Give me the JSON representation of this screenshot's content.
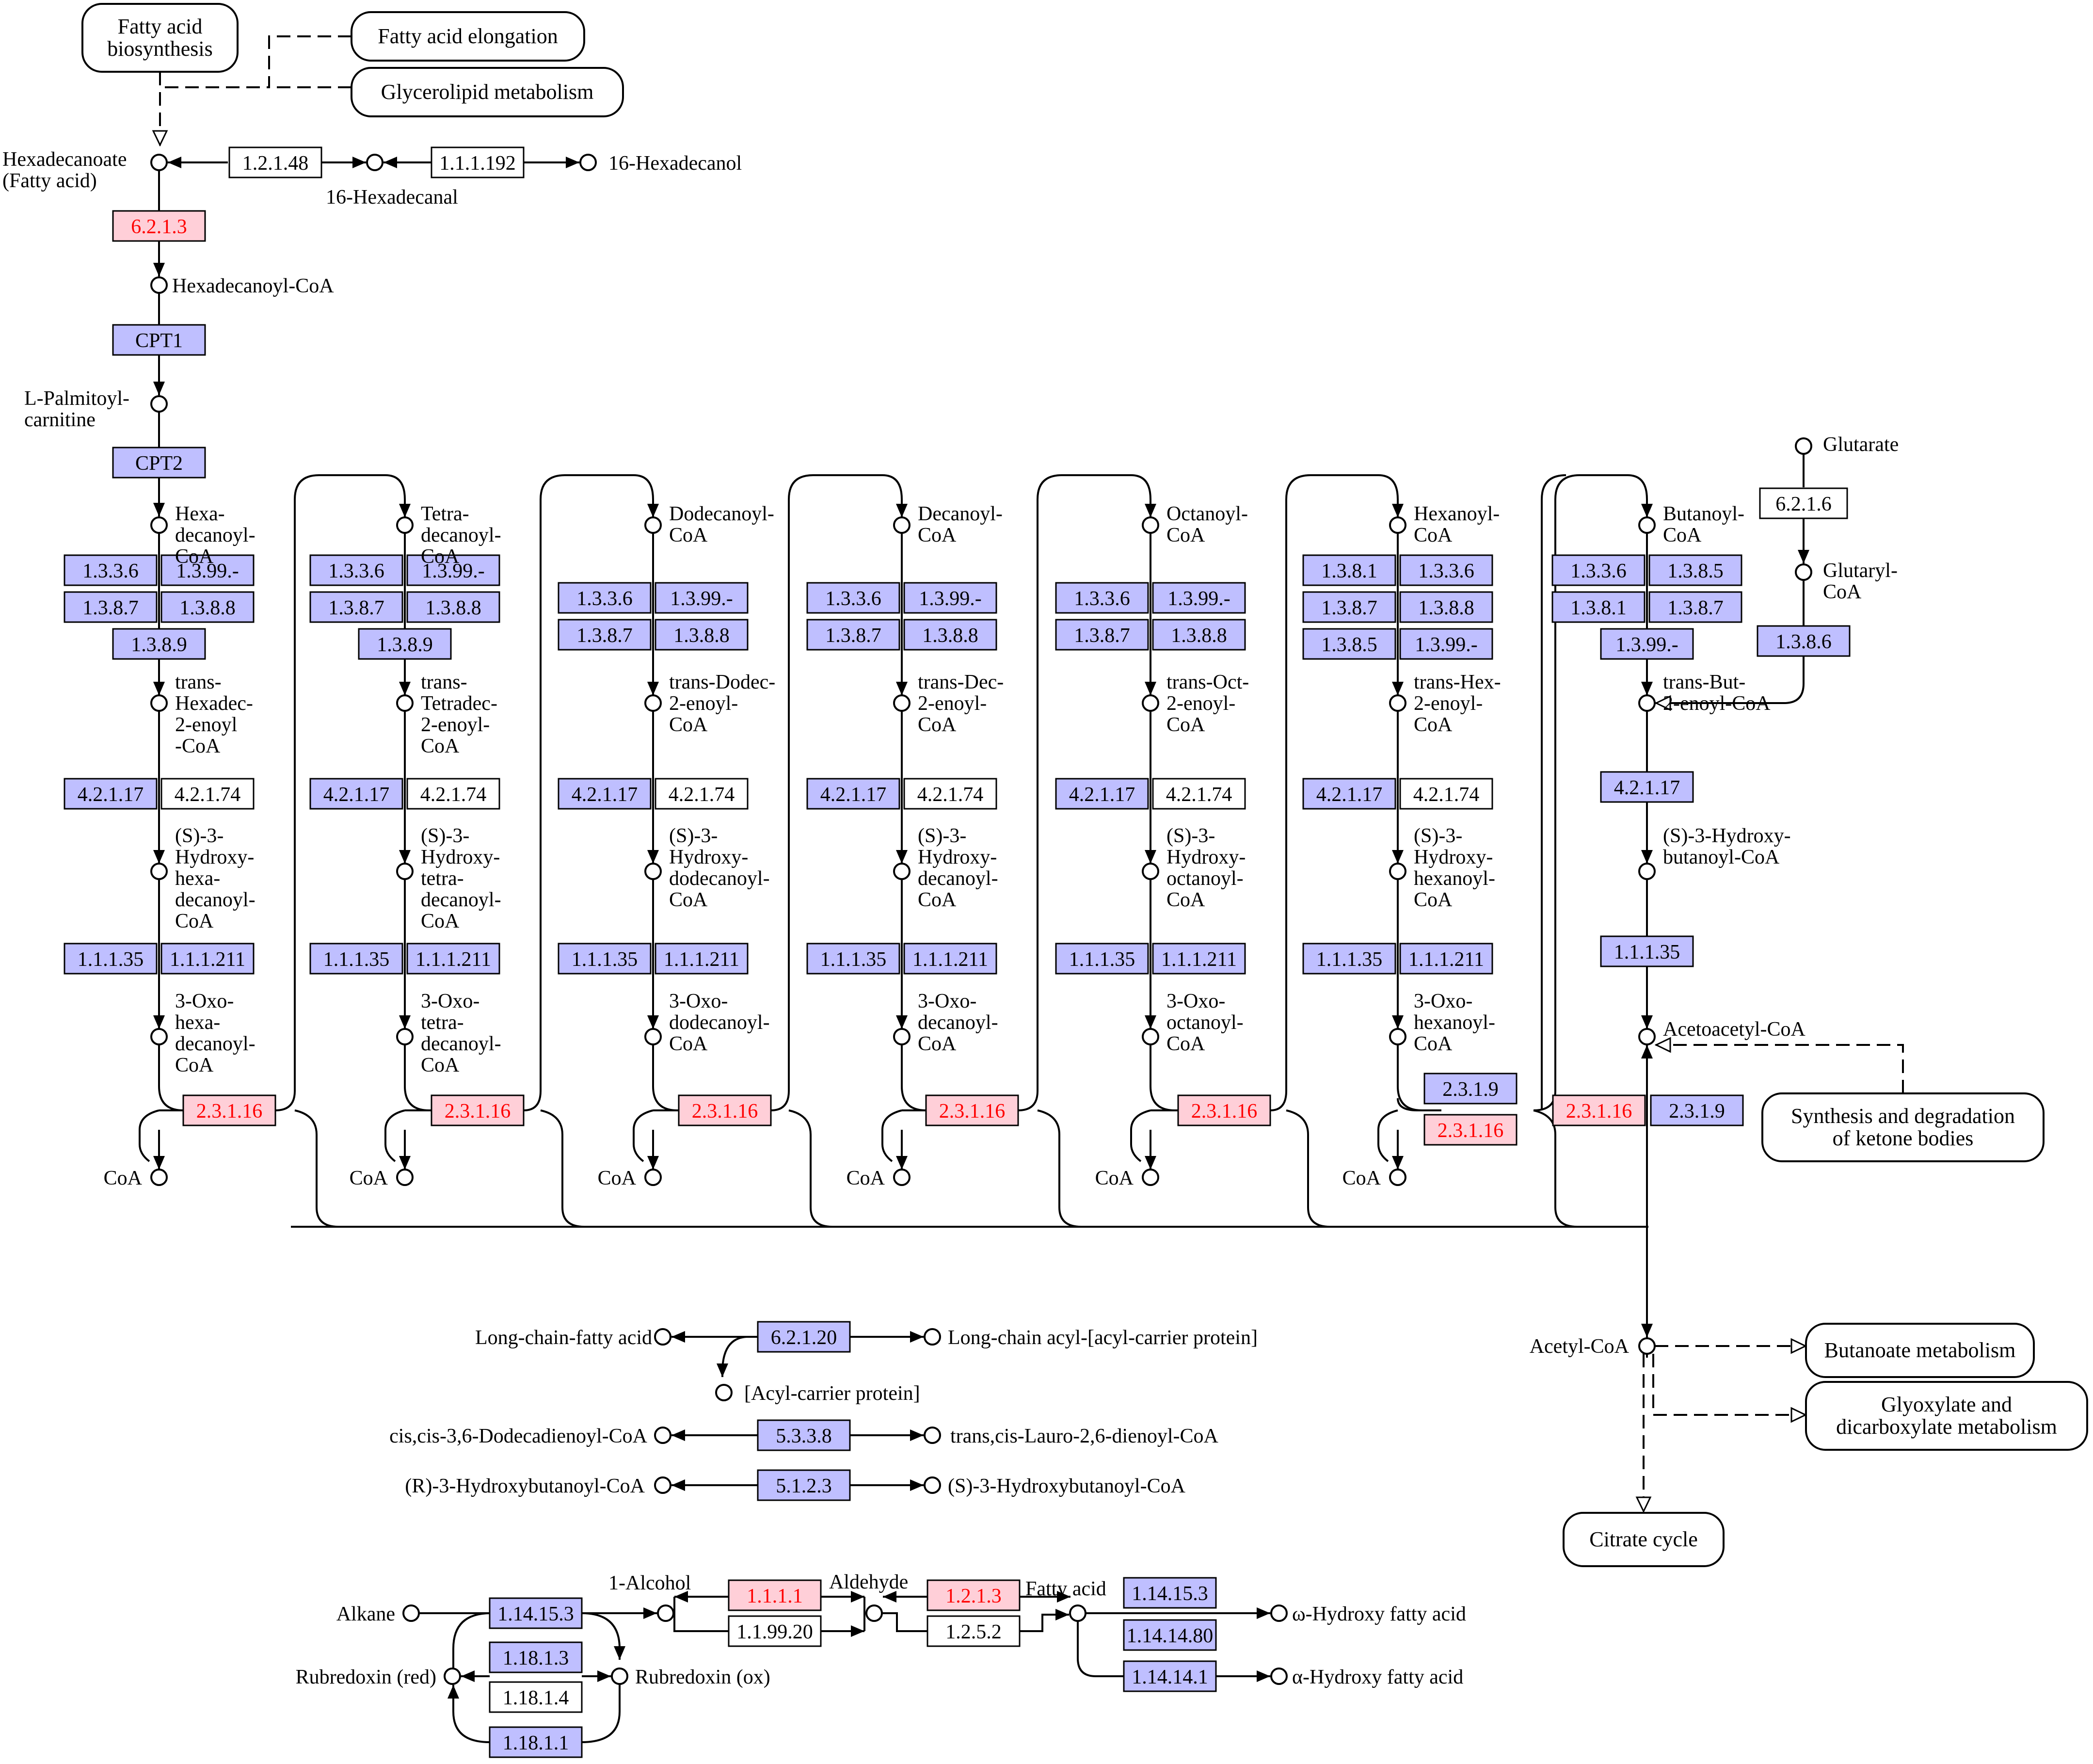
{
  "pathways": [
    {
      "id": "pw-fab",
      "lines": [
        "Fatty acid",
        "biosynthesis"
      ]
    },
    {
      "id": "pw-elong",
      "lines": [
        "Fatty acid elongation"
      ]
    },
    {
      "id": "pw-glyc",
      "lines": [
        "Glycerolipid metabolism"
      ]
    },
    {
      "id": "pw-ketone",
      "lines": [
        "Synthesis and degradation",
        "of ketone bodies"
      ]
    },
    {
      "id": "pw-butan",
      "lines": [
        "Butanoate metabolism"
      ]
    },
    {
      "id": "pw-glyox",
      "lines": [
        "Glyoxylate and",
        "dicarboxylate metabolism"
      ]
    },
    {
      "id": "pw-tca",
      "lines": [
        "Citrate cycle"
      ]
    }
  ],
  "enzyme_style": {
    "blue": {
      "fill": "#bfbfff",
      "text": "#000000",
      "stroke": "#000000"
    },
    "white": {
      "fill": "#ffffff",
      "text": "#000000",
      "stroke": "#000000"
    },
    "red": {
      "fill": "#ffcfd8",
      "text": "#ff0000",
      "stroke": "#ff0000"
    }
  },
  "top": {
    "compounds": [
      "Hexadecanoate",
      "(Fatty acid)",
      "16-Hexadecanal",
      "16-Hexadecanol",
      "Hexadecanoyl-CoA",
      "L-Palmitoyl-",
      "carnitine"
    ],
    "enzymes": [
      {
        "label": "1.2.1.48",
        "style": "white"
      },
      {
        "label": "1.1.1.192",
        "style": "white"
      },
      {
        "label": "6.2.1.3",
        "style": "red"
      },
      {
        "label": "CPT1",
        "style": "blue"
      },
      {
        "label": "CPT2",
        "style": "blue"
      }
    ]
  },
  "columns": [
    {
      "acyl": [
        "Hexa-",
        "decanoyl-",
        "CoA"
      ],
      "enoyl": [
        "trans-",
        "Hexadec-",
        "2-enoyl",
        "-CoA"
      ],
      "hydroxy": [
        "(S)-3-",
        "Hydroxy-",
        "hexa-",
        "decanoyl-",
        "CoA"
      ],
      "oxo": [
        "3-Oxo-",
        "hexa-",
        "decanoyl-",
        "CoA"
      ],
      "coa": "CoA",
      "dh": [
        [
          "1.3.3.6",
          "1.3.99.-"
        ],
        [
          "1.3.8.7",
          "1.3.8.8"
        ],
        [
          "1.3.8.9"
        ]
      ],
      "hyd": [
        "4.2.1.17",
        "4.2.1.74"
      ],
      "ox": [
        "1.1.1.35",
        "1.1.1.211"
      ],
      "thiolase": [
        "2.3.1.16"
      ]
    },
    {
      "acyl": [
        "Tetra-",
        "decanoyl-",
        "CoA"
      ],
      "enoyl": [
        "trans-",
        "Tetradec-",
        "2-enoyl-",
        "CoA"
      ],
      "hydroxy": [
        "(S)-3-",
        "Hydroxy-",
        "tetra-",
        "decanoyl-",
        "CoA"
      ],
      "oxo": [
        "3-Oxo-",
        "tetra-",
        "decanoyl-",
        "CoA"
      ],
      "coa": "CoA",
      "dh": [
        [
          "1.3.3.6",
          "1.3.99.-"
        ],
        [
          "1.3.8.7",
          "1.3.8.8"
        ],
        [
          "1.3.8.9"
        ]
      ],
      "hyd": [
        "4.2.1.17",
        "4.2.1.74"
      ],
      "ox": [
        "1.1.1.35",
        "1.1.1.211"
      ],
      "thiolase": [
        "2.3.1.16"
      ]
    },
    {
      "acyl": [
        "Dodecanoyl-",
        "CoA"
      ],
      "enoyl": [
        "trans-Dodec-",
        "2-enoyl-",
        "CoA"
      ],
      "hydroxy": [
        "(S)-3-",
        "Hydroxy-",
        "dodecanoyl-",
        "CoA"
      ],
      "oxo": [
        "3-Oxo-",
        "dodecanoyl-",
        "CoA"
      ],
      "coa": "CoA",
      "dh": [
        [
          "1.3.3.6",
          "1.3.99.-"
        ],
        [
          "1.3.8.7",
          "1.3.8.8"
        ]
      ],
      "hyd": [
        "4.2.1.17",
        "4.2.1.74"
      ],
      "ox": [
        "1.1.1.35",
        "1.1.1.211"
      ],
      "thiolase": [
        "2.3.1.16"
      ]
    },
    {
      "acyl": [
        "Decanoyl-",
        "CoA"
      ],
      "enoyl": [
        "trans-Dec-",
        "2-enoyl-",
        "CoA"
      ],
      "hydroxy": [
        "(S)-3-",
        "Hydroxy-",
        "decanoyl-",
        "CoA"
      ],
      "oxo": [
        "3-Oxo-",
        "decanoyl-",
        "CoA"
      ],
      "coa": "CoA",
      "dh": [
        [
          "1.3.3.6",
          "1.3.99.-"
        ],
        [
          "1.3.8.7",
          "1.3.8.8"
        ]
      ],
      "hyd": [
        "4.2.1.17",
        "4.2.1.74"
      ],
      "ox": [
        "1.1.1.35",
        "1.1.1.211"
      ],
      "thiolase": [
        "2.3.1.16"
      ]
    },
    {
      "acyl": [
        "Octanoyl-",
        "CoA"
      ],
      "enoyl": [
        "trans-Oct-",
        "2-enoyl-",
        "CoA"
      ],
      "hydroxy": [
        "(S)-3-",
        "Hydroxy-",
        "octanoyl-",
        "CoA"
      ],
      "oxo": [
        "3-Oxo-",
        "octanoyl-",
        "CoA"
      ],
      "coa": "CoA",
      "dh": [
        [
          "1.3.3.6",
          "1.3.99.-"
        ],
        [
          "1.3.8.7",
          "1.3.8.8"
        ]
      ],
      "hyd": [
        "4.2.1.17",
        "4.2.1.74"
      ],
      "ox": [
        "1.1.1.35",
        "1.1.1.211"
      ],
      "thiolase": [
        "2.3.1.16"
      ]
    },
    {
      "acyl": [
        "Hexanoyl-",
        "CoA"
      ],
      "enoyl": [
        "trans-Hex-",
        "2-enoyl-",
        "CoA"
      ],
      "hydroxy": [
        "(S)-3-",
        "Hydroxy-",
        "hexanoyl-",
        "CoA"
      ],
      "oxo": [
        "3-Oxo-",
        "hexanoyl-",
        "CoA"
      ],
      "coa": "CoA",
      "dh": [
        [
          "1.3.8.1",
          "1.3.3.6"
        ],
        [
          "1.3.8.7",
          "1.3.8.8"
        ],
        [
          "1.3.8.5",
          "1.3.99.-"
        ]
      ],
      "hyd": [
        "4.2.1.17",
        "4.2.1.74"
      ],
      "ox": [
        "1.1.1.35",
        "1.1.1.211"
      ],
      "thiolase": [
        "2.3.1.9",
        "2.3.1.16"
      ]
    },
    {
      "acyl": [
        "Butanoyl-",
        "CoA"
      ],
      "enoyl": [
        "trans-But-",
        "2-enoyl-CoA"
      ],
      "hydroxy": [
        "(S)-3-Hydroxy-",
        "butanoyl-CoA"
      ],
      "oxo": [
        "Acetoacetyl-CoA"
      ],
      "coa": "",
      "dh": [
        [
          "1.3.3.6",
          "1.3.8.5"
        ],
        [
          "1.3.8.1",
          "1.3.8.7"
        ],
        [
          "1.3.99.-"
        ]
      ],
      "hyd": [
        "4.2.1.17"
      ],
      "ox": [
        "1.1.1.35"
      ],
      "thiolase": [
        "2.3.1.16",
        "2.3.1.9"
      ]
    }
  ],
  "glutarate": {
    "compounds": [
      "Glutarate",
      "Glutaryl-",
      "CoA"
    ],
    "enzymes": [
      {
        "label": "6.2.1.6",
        "style": "white"
      },
      {
        "label": "1.3.8.6",
        "style": "blue"
      }
    ]
  },
  "acetyl_coa": "Acetyl-CoA",
  "side_reactions": [
    {
      "left": "Long-chain-fatty acid",
      "enzyme": "6.2.1.20",
      "right": "Long-chain acyl-[acyl-carrier protein]",
      "extra": "[Acyl-carrier protein]"
    },
    {
      "left": "cis,cis-3,6-Dodecadienoyl-CoA",
      "enzyme": "5.3.3.8",
      "right": "trans,cis-Lauro-2,6-dienoyl-CoA"
    },
    {
      "left": "(R)-3-Hydroxybutanoyl-CoA",
      "enzyme": "5.1.2.3",
      "right": "(S)-3-Hydroxybutanoyl-CoA"
    }
  ],
  "omega": {
    "compounds": [
      "Alkane",
      "1-Alcohol",
      "Aldehyde",
      "Fatty acid",
      "ω-Hydroxy fatty acid",
      "α-Hydroxy fatty acid",
      "Rubredoxin (red)",
      "Rubredoxin (ox)"
    ],
    "enzymes": [
      {
        "label": "1.14.15.3",
        "style": "blue"
      },
      {
        "label": "1.18.1.3",
        "style": "blue"
      },
      {
        "label": "1.18.1.4",
        "style": "white"
      },
      {
        "label": "1.18.1.1",
        "style": "blue"
      },
      {
        "label": "1.1.1.1",
        "style": "red"
      },
      {
        "label": "1.1.99.20",
        "style": "white"
      },
      {
        "label": "1.2.1.3",
        "style": "red"
      },
      {
        "label": "1.2.5.2",
        "style": "white"
      },
      {
        "label": "1.14.15.3",
        "style": "blue"
      },
      {
        "label": "1.14.14.80",
        "style": "blue"
      },
      {
        "label": "1.14.14.1",
        "style": "blue"
      }
    ]
  }
}
